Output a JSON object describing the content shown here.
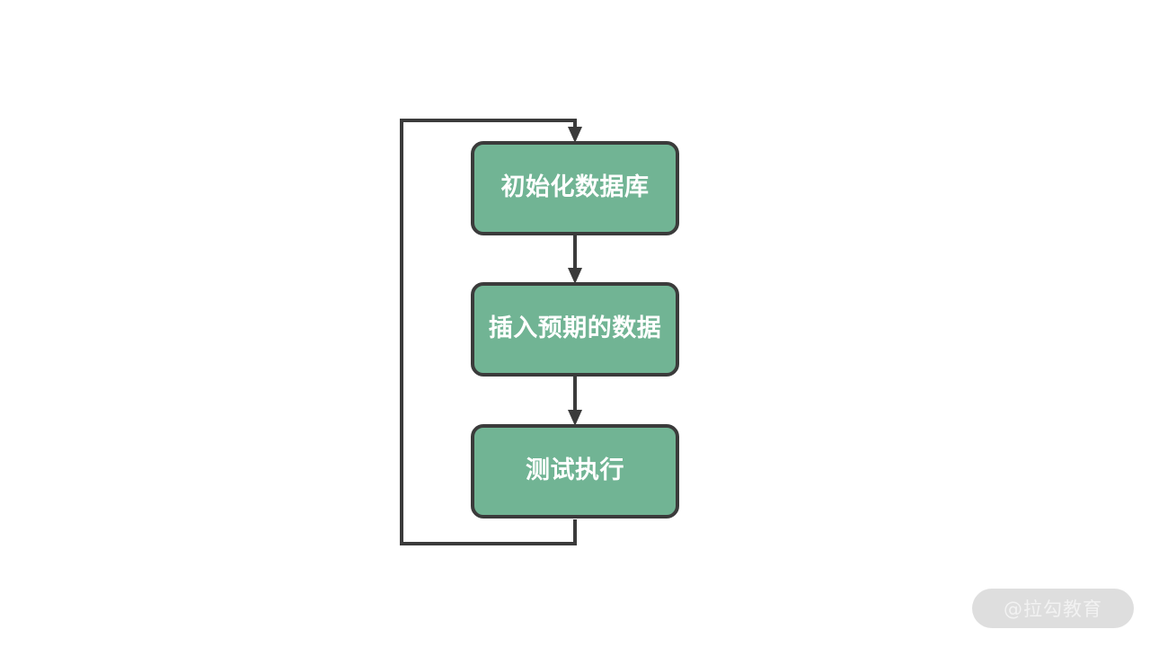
{
  "diagram": {
    "type": "flowchart",
    "orientation": "vertical-with-feedback-loop",
    "background_color": "#ffffff",
    "node_fill_color": "#71b494",
    "node_stroke_color": "#3b3b3b",
    "node_text_color": "#ffffff",
    "connector_color": "#3b3b3b",
    "nodes": [
      {
        "id": "init-database",
        "label": "初始化数据库"
      },
      {
        "id": "insert-expected-data",
        "label": "插入预期的数据"
      },
      {
        "id": "test-execution",
        "label": "测试执行"
      }
    ],
    "connectors": [
      {
        "id": "init-to-insert",
        "from": "init-database",
        "to": "insert-expected-data",
        "style": "straight-arrow"
      },
      {
        "id": "insert-to-test",
        "from": "insert-expected-data",
        "to": "test-execution",
        "style": "straight-arrow"
      },
      {
        "id": "test-to-init-loop",
        "from": "test-execution",
        "to": "init-database",
        "style": "orthogonal-feedback-arrow"
      }
    ]
  },
  "watermark": {
    "text": "@拉勾教育",
    "background_color": "#dedede",
    "text_color": "#f2f2f2"
  }
}
